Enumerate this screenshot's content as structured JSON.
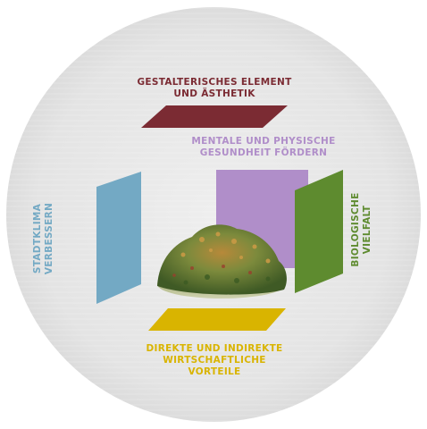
{
  "labels": {
    "top": [
      "GESTALTERISCHES ELEMENT",
      "UND ÄSTHETIK"
    ],
    "back": [
      "MENTALE UND PHYSISCHE",
      "GESUNDHEIT FÖRDERN"
    ],
    "left": [
      "STADTKLIMA",
      "VERBESSERN"
    ],
    "right": [
      "BIOLOGISCHE",
      "VIELFALT"
    ],
    "bottom": [
      "DIREKTE UND INDIREKTE",
      "WIRTSCHAFTLICHE",
      "VORTEILE"
    ]
  },
  "colors": {
    "top": "#7b2b33",
    "back": "#b08ec9",
    "left": "#73a9c4",
    "right": "#5e8b2f",
    "bottom": "#d9b400",
    "circle": "#e7e7e7"
  }
}
